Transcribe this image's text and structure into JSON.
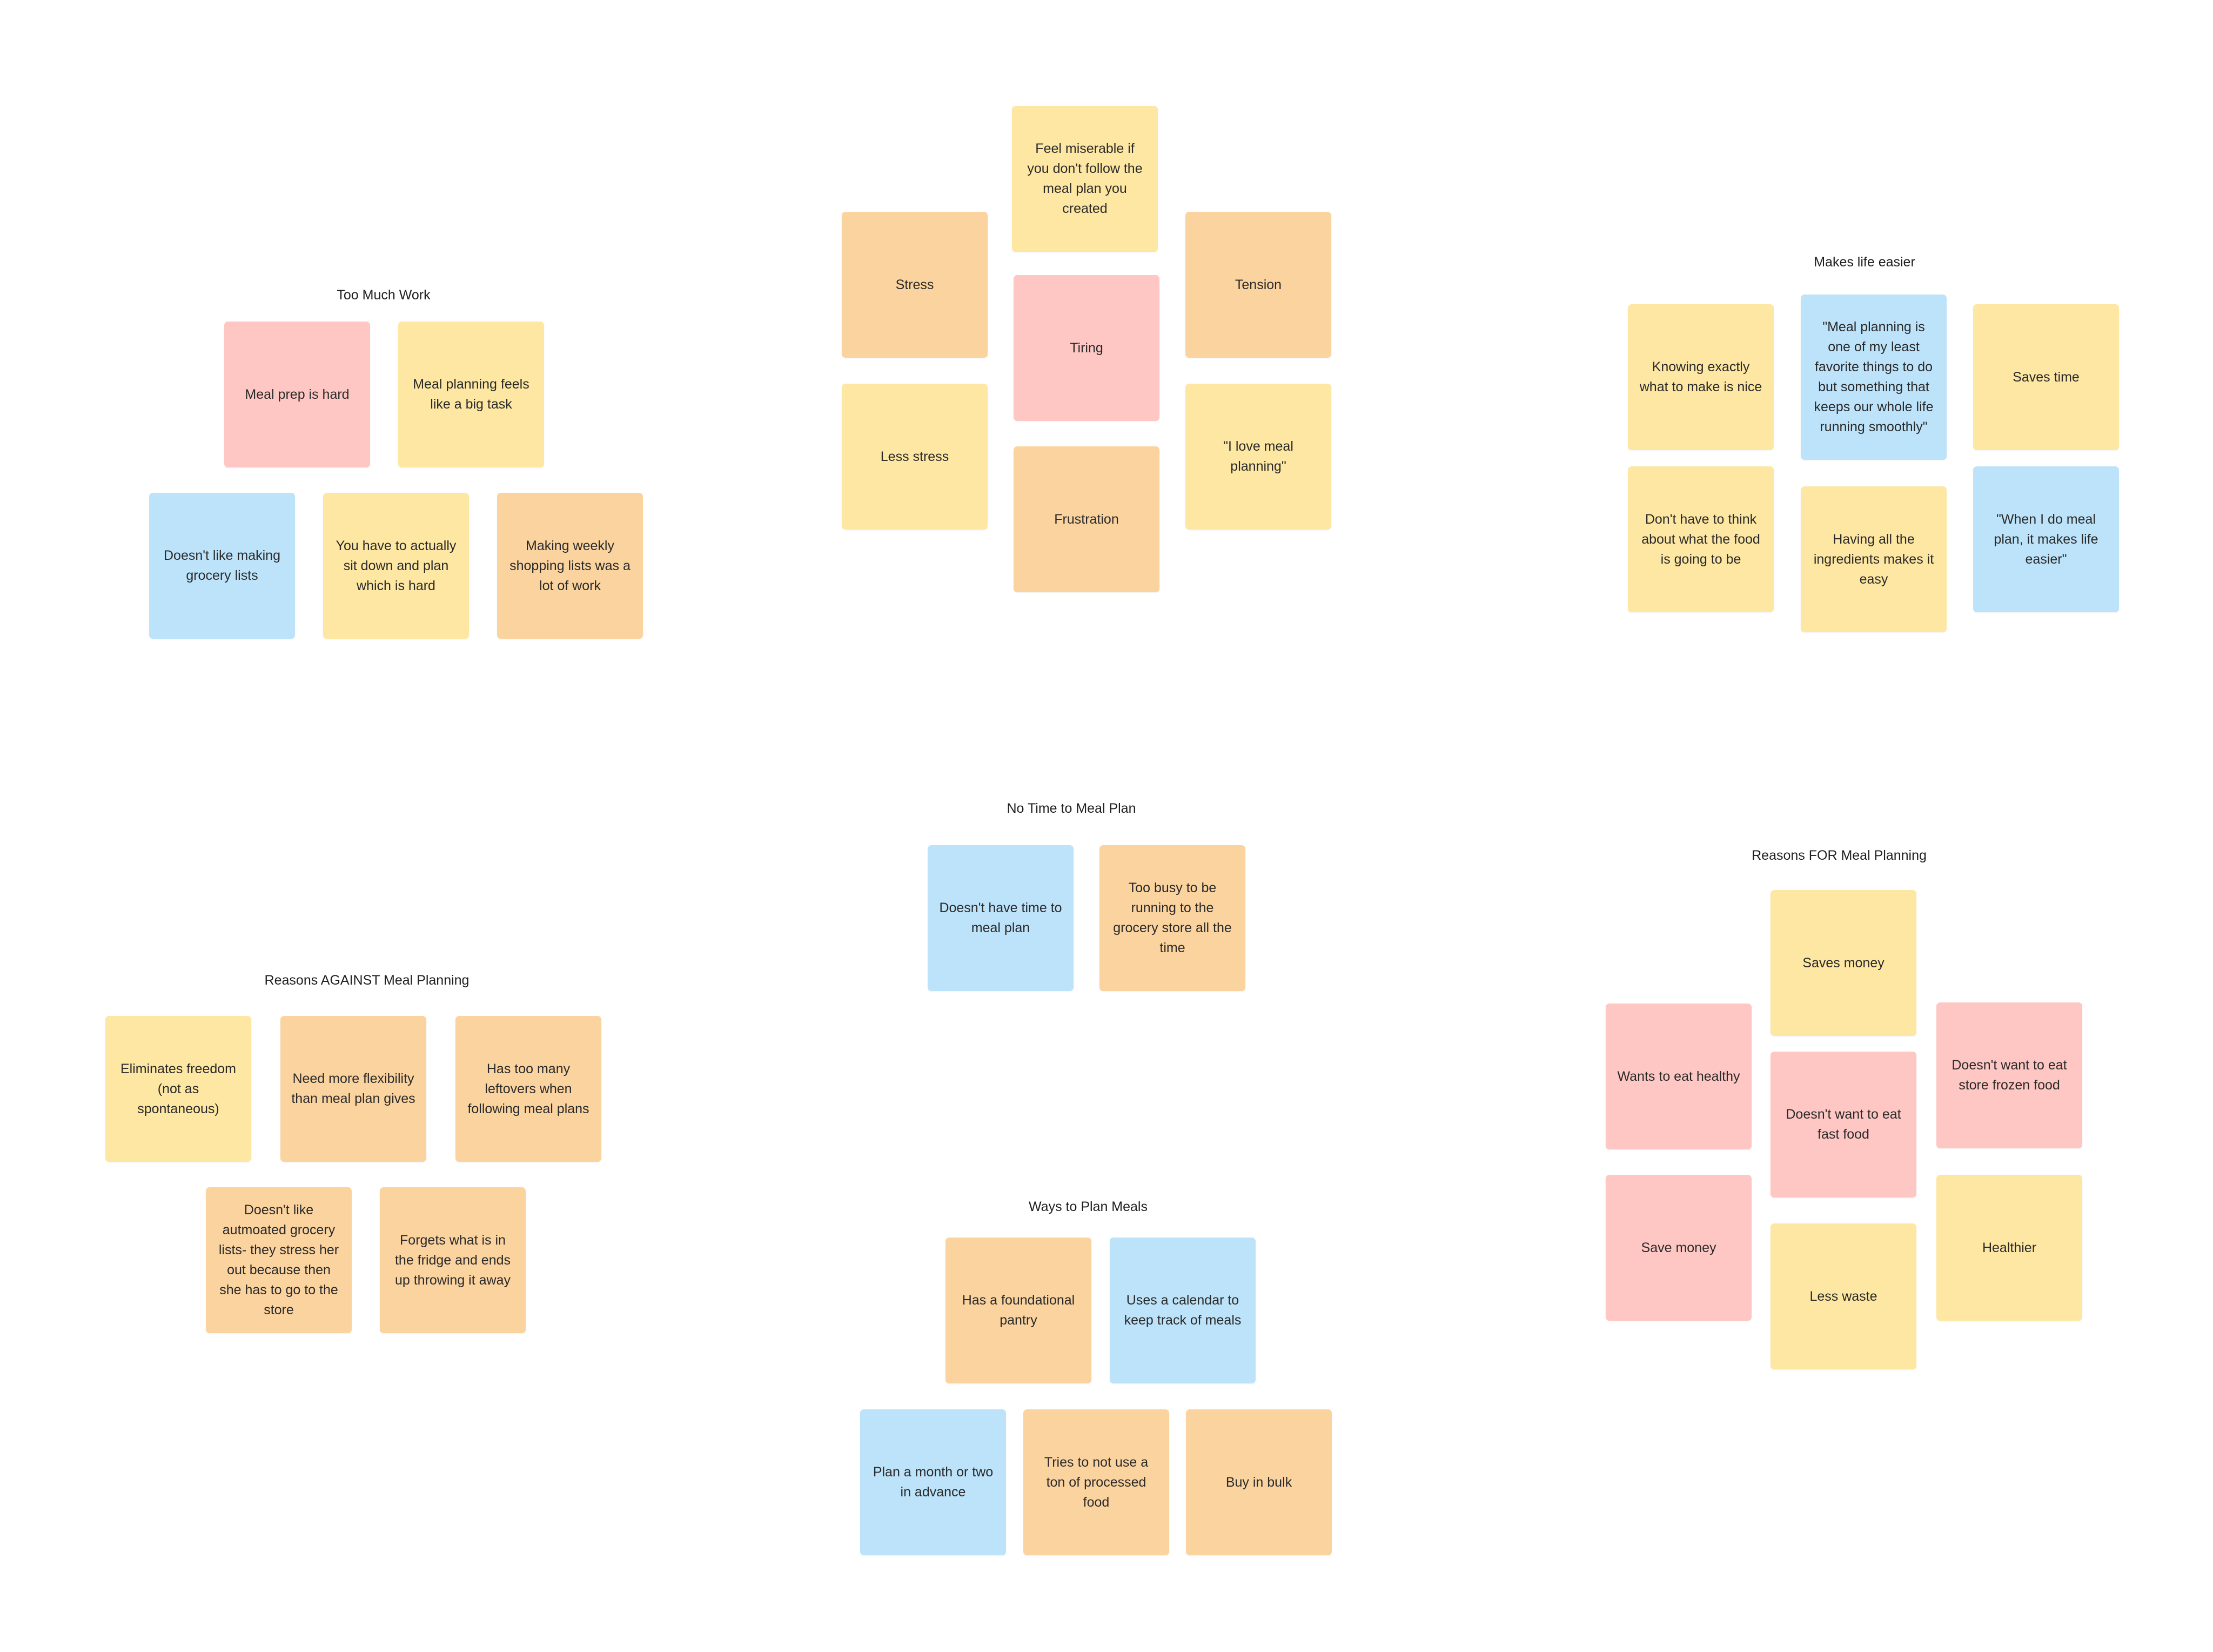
{
  "colors": {
    "yellow": "#fde7a2",
    "orange": "#fbd39f",
    "pink": "#fec7c3",
    "blue": "#bde3fa"
  },
  "clusters": {
    "too_much_work": {
      "title": "Too Much Work",
      "notes": [
        {
          "text": "Meal prep is hard",
          "color": "pink"
        },
        {
          "text": "Meal planning feels like a big task",
          "color": "yellow"
        },
        {
          "text": "Doesn't like making grocery lists",
          "color": "blue"
        },
        {
          "text": "You have to actually sit down and plan which is hard",
          "color": "yellow"
        },
        {
          "text": "Making weekly shopping lists was a lot of work",
          "color": "orange"
        }
      ]
    },
    "emotions": {
      "notes": [
        {
          "text": "Feel miserable if you don't follow the meal plan you created",
          "color": "yellow"
        },
        {
          "text": "Stress",
          "color": "orange"
        },
        {
          "text": "Tension",
          "color": "orange"
        },
        {
          "text": "Tiring",
          "color": "pink"
        },
        {
          "text": "Less stress",
          "color": "yellow"
        },
        {
          "text": "\"I love meal planning\"",
          "color": "yellow"
        },
        {
          "text": "Frustration",
          "color": "orange"
        }
      ]
    },
    "makes_life_easier": {
      "title": "Makes life easier",
      "notes": [
        {
          "text": "Knowing exactly what to make is nice",
          "color": "yellow"
        },
        {
          "text": "\"Meal planning is one of my least favorite things to do but something that keeps our whole life running smoothly\"",
          "color": "blue"
        },
        {
          "text": "Saves time",
          "color": "yellow"
        },
        {
          "text": "Don't have to think about what the food is going to be",
          "color": "yellow"
        },
        {
          "text": "Having all the ingredients makes it easy",
          "color": "yellow"
        },
        {
          "text": "\"When I do meal plan, it makes life easier\"",
          "color": "blue"
        }
      ]
    },
    "no_time": {
      "title": "No Time to Meal Plan",
      "notes": [
        {
          "text": "Doesn't have time to meal plan",
          "color": "blue"
        },
        {
          "text": "Too busy to be running to the grocery store all the time",
          "color": "orange"
        }
      ]
    },
    "reasons_against": {
      "title": "Reasons AGAINST Meal Planning",
      "notes": [
        {
          "text": "Eliminates freedom (not as spontaneous)",
          "color": "yellow"
        },
        {
          "text": "Need more flexibility than meal plan gives",
          "color": "orange"
        },
        {
          "text": "Has too many leftovers when following meal plans",
          "color": "orange"
        },
        {
          "text": "Doesn't like autmoated grocery lists- they stress her out because then she has to go to the store",
          "color": "orange"
        },
        {
          "text": "Forgets what is in the fridge and ends up throwing it away",
          "color": "orange"
        }
      ]
    },
    "reasons_for": {
      "title": "Reasons FOR Meal Planning",
      "notes": [
        {
          "text": "Saves money",
          "color": "yellow"
        },
        {
          "text": "Wants to eat healthy",
          "color": "pink"
        },
        {
          "text": "Doesn't want to eat fast food",
          "color": "pink"
        },
        {
          "text": "Doesn't want to eat store frozen food",
          "color": "pink"
        },
        {
          "text": "Save money",
          "color": "pink"
        },
        {
          "text": "Less waste",
          "color": "yellow"
        },
        {
          "text": "Healthier",
          "color": "yellow"
        }
      ]
    },
    "ways_to_plan": {
      "title": "Ways to Plan Meals",
      "notes": [
        {
          "text": "Has a foundational pantry",
          "color": "orange"
        },
        {
          "text": "Uses a calendar to keep track of meals",
          "color": "blue"
        },
        {
          "text": "Plan a month or two in advance",
          "color": "blue"
        },
        {
          "text": "Tries to not use a ton of processed food",
          "color": "orange"
        },
        {
          "text": "Buy in bulk",
          "color": "orange"
        }
      ]
    }
  }
}
